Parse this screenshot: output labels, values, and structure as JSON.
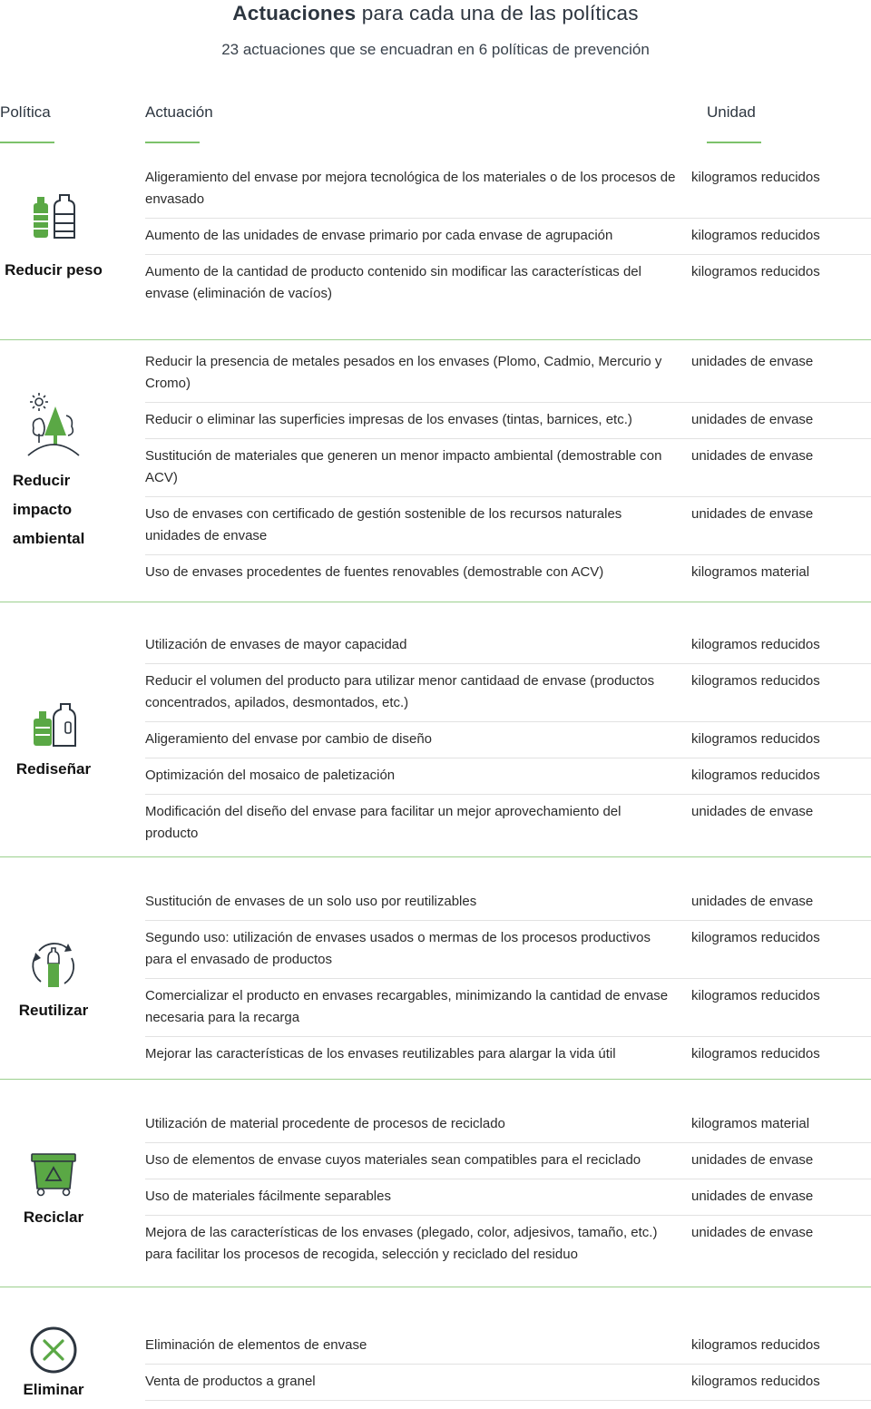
{
  "header": {
    "title_bold": "Actuaciones",
    "title_rest": " para cada una de las políticas",
    "subtitle": "23 actuaciones que se encuadran en 6 políticas de prevención"
  },
  "columns": {
    "policy": "Política",
    "action": "Actuación",
    "unit": "Unidad"
  },
  "colors": {
    "accent": "#7cc26a",
    "icon_green": "#5aa845",
    "icon_dark": "#2d3640"
  },
  "sections": [
    {
      "name": "Reducir peso",
      "icon": "bottles-icon",
      "rows": [
        {
          "action": "Aligeramiento del envase por mejora tecnológica de los materiales o de los procesos de envasado",
          "unit": "kilogramos reducidos"
        },
        {
          "action": "Aumento de las unidades de envase primario por cada envase de agrupación",
          "unit": "kilogramos reducidos"
        },
        {
          "action": "Aumento de la cantidad de producto contenido sin modificar las características del envase (eliminación de vacíos)",
          "unit": "kilogramos reducidos"
        }
      ]
    },
    {
      "name": "Reducir impacto ambiental",
      "icon": "tree-sun-icon",
      "rows": [
        {
          "action": "Reducir la presencia de metales pesados en los envases (Plomo, Cadmio, Mercurio y Cromo)",
          "unit": "unidades de envase"
        },
        {
          "action": "Reducir o eliminar las superficies impresas de los envases (tintas, barnices, etc.)",
          "unit": "unidades de envase"
        },
        {
          "action": "Sustitución de materiales que generen un menor impacto ambiental (demostrable con ACV)",
          "unit": "unidades de envase"
        },
        {
          "action": "Uso de envases con certificado de gestión sostenible de los recursos naturales unidades de envase",
          "unit": "unidades de envase"
        },
        {
          "action": "Uso de envases procedentes de fuentes renovables (demostrable con ACV)",
          "unit": "kilogramos material"
        }
      ]
    },
    {
      "name": "Rediseñar",
      "icon": "redesign-bottles-icon",
      "rows": [
        {
          "action": "Utilización de envases de mayor capacidad",
          "unit": "kilogramos reducidos"
        },
        {
          "action": "Reducir el volumen del producto para utilizar menor cantidaad de envase (productos concentrados, apilados, desmontados, etc.)",
          "unit": "kilogramos reducidos"
        },
        {
          "action": "Aligeramiento del envase por cambio de diseño",
          "unit": "kilogramos reducidos"
        },
        {
          "action": "Optimización del mosaico de paletización",
          "unit": "kilogramos reducidos"
        },
        {
          "action": "Modificación del diseño del envase para facilitar un mejor aprovechamiento del producto",
          "unit": "unidades de envase"
        }
      ]
    },
    {
      "name": "Reutilizar",
      "icon": "reuse-bottle-icon",
      "rows": [
        {
          "action": "Sustitución de envases de un solo uso por reutilizables",
          "unit": "unidades de envase"
        },
        {
          "action": "Segundo uso: utilización de envases usados o mermas de los procesos productivos para el envasado de productos",
          "unit": "kilogramos reducidos"
        },
        {
          "action": "Comercializar el producto en envases recargables, minimizando la cantidad de envase necesaria para la recarga",
          "unit": "kilogramos reducidos"
        },
        {
          "action": "Mejorar las características de los envases reutilizables para alargar la vida útil",
          "unit": "kilogramos reducidos"
        }
      ]
    },
    {
      "name": "Reciclar",
      "icon": "recycle-bin-icon",
      "rows": [
        {
          "action": "Utilización de material procedente de procesos de reciclado",
          "unit": "kilogramos material"
        },
        {
          "action": "Uso de elementos de envase cuyos materiales sean compatibles para el reciclado",
          "unit": "unidades de envase"
        },
        {
          "action": "Uso de materiales fácilmente separables",
          "unit": "unidades de envase"
        },
        {
          "action": "Mejora de las características de los envases (plegado, color, adjesivos, tamaño, etc.) para facilitar los procesos de recogida, selección y reciclado del residuo",
          "unit": "unidades de envase"
        }
      ]
    },
    {
      "name": "Eliminar",
      "icon": "eliminate-x-icon",
      "rows": [
        {
          "action": "Eliminación de elementos de envase",
          "unit": "kilogramos reducidos"
        },
        {
          "action": "Venta de productos a granel",
          "unit": "kilogramos reducidos"
        }
      ]
    }
  ]
}
